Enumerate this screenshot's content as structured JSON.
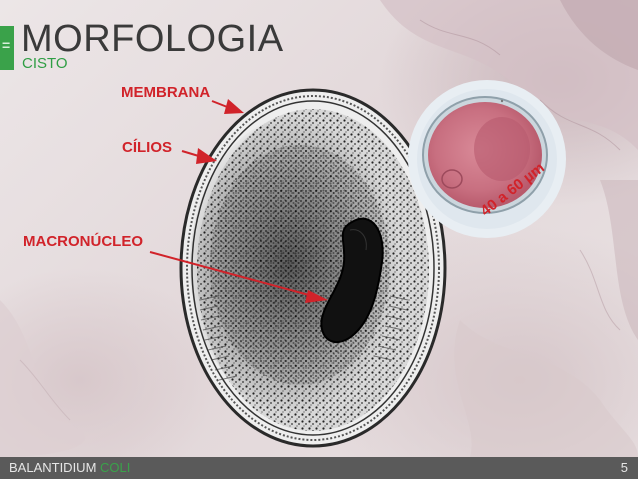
{
  "slide": {
    "title": "MORFOLOGIA",
    "subtitle": "CISTO",
    "accent_color": "#3aa24a",
    "label_color": "#d1232a"
  },
  "labels": {
    "membrana": "MEMBRANA",
    "cilios": "CÍLIOS",
    "macronucleo": "MACRONÚCLEO"
  },
  "photo": {
    "scale_text": "40 a 60 µm"
  },
  "footer": {
    "subject_prefix": "BALANTIDIUM",
    "subject_highlight": "COLI",
    "page_number": "5"
  }
}
